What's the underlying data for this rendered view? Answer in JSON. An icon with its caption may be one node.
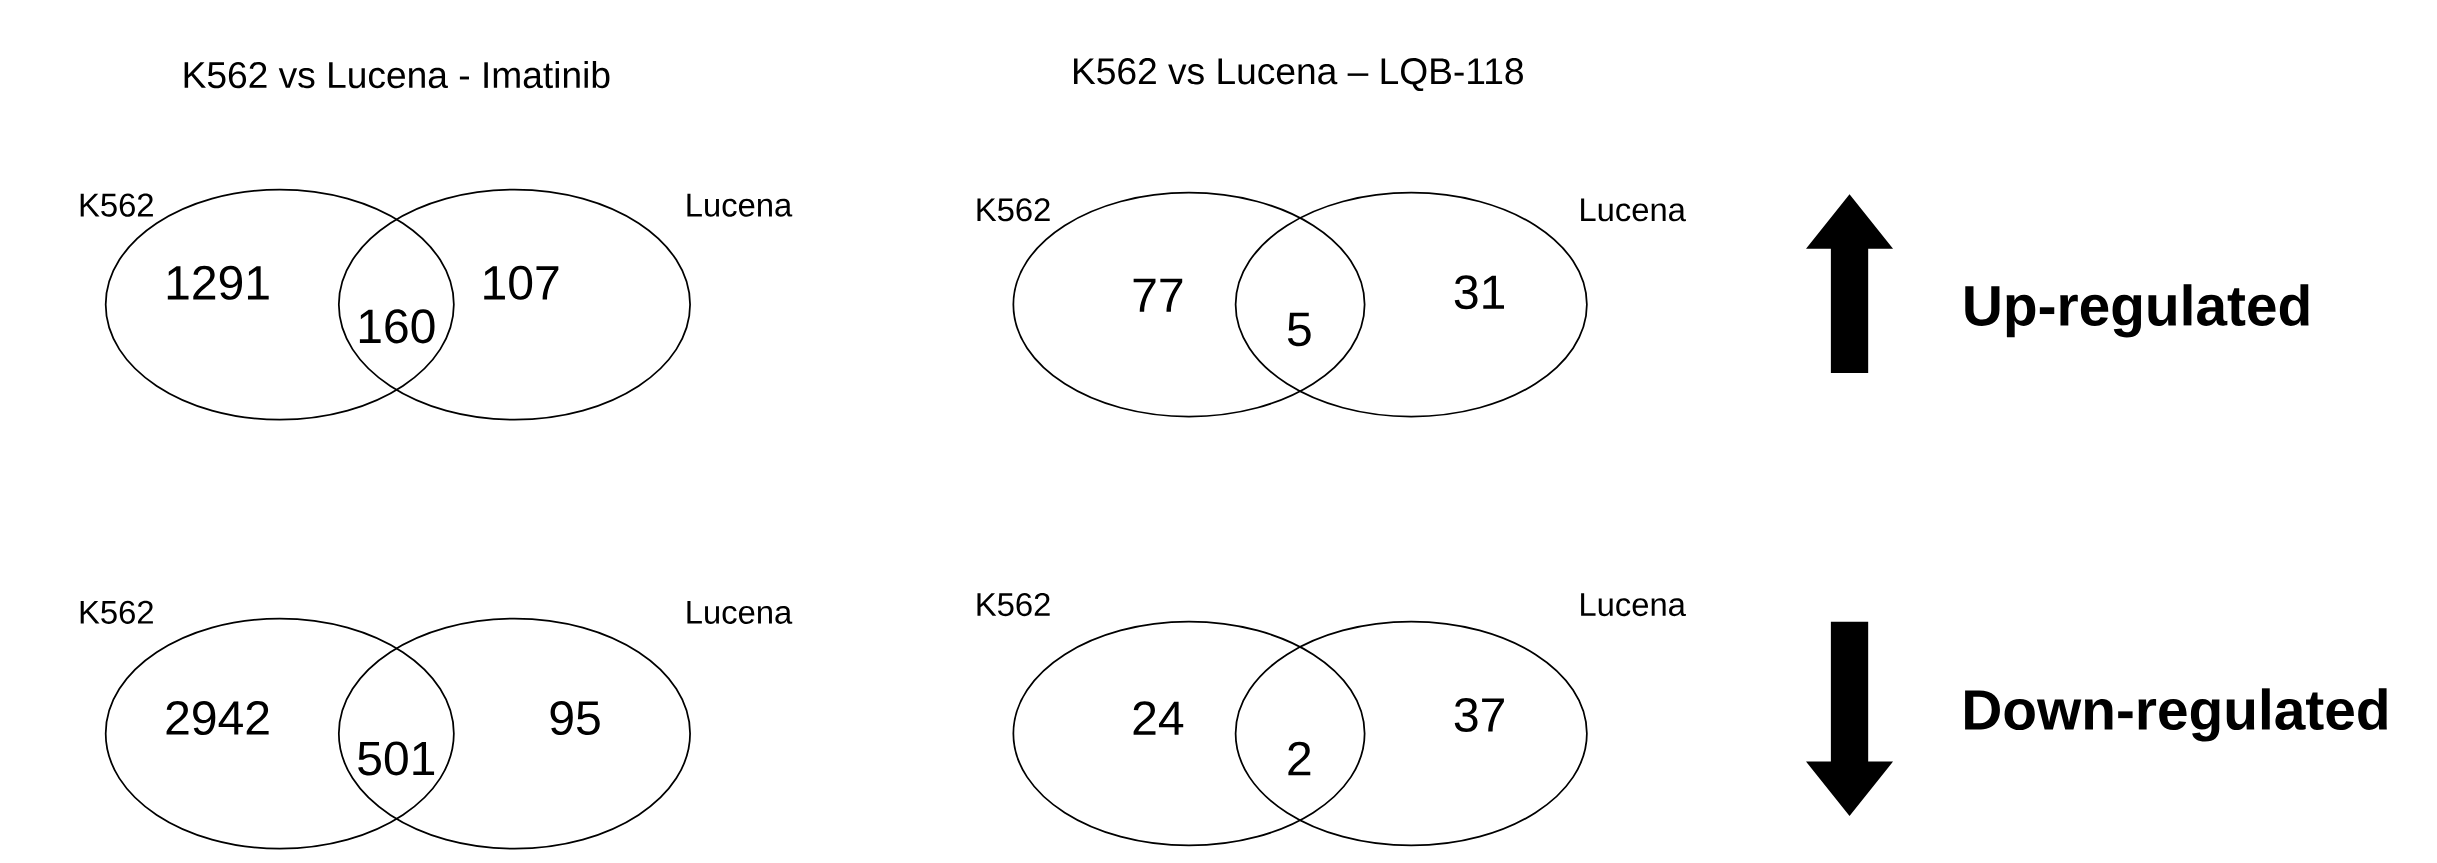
{
  "diagram": {
    "nodes": [
      {
        "text": [
          "K562",
          "1291"
        ]
      },
      {
        "text": [
          "Lucena",
          "107"
        ]
      },
      {
        "text": [
          "K562",
          "77"
        ]
      },
      {
        "text": [
          "Lucena",
          "31"
        ]
      },
      {
        "text": [
          "K562",
          "2942"
        ]
      },
      {
        "text": [
          "Lucena",
          "95"
        ]
      },
      {
        "text": [
          "K562",
          "24"
        ]
      },
      {
        "text": [
          "Lucena",
          "37"
        ]
      }
    ],
    "labels": [
      "K562 vs Lucena - Imatinib",
      "K562 vs Lucena – LQB-118",
      "160",
      "5",
      "Up-regulated",
      "501",
      "2",
      "Down-regulated"
    ]
  }
}
